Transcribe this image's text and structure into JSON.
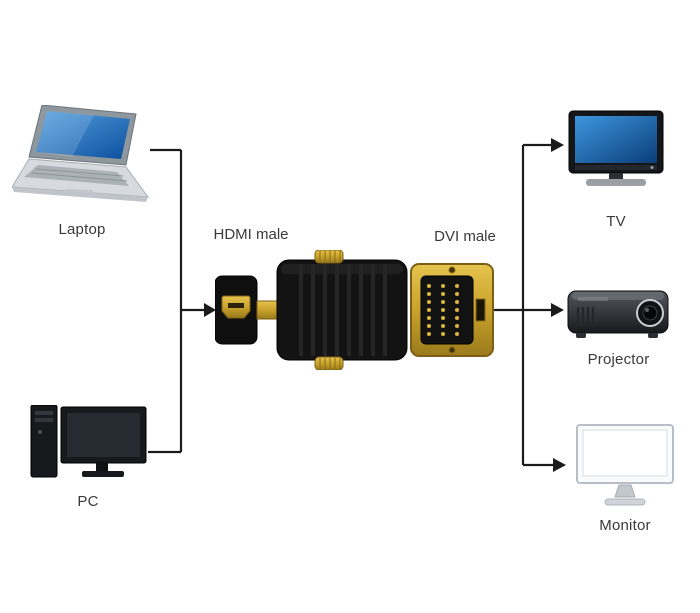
{
  "sources": [
    {
      "id": "laptop",
      "label": "Laptop"
    },
    {
      "id": "pc",
      "label": "PC"
    }
  ],
  "adapter": {
    "hdmi_label": "HDMI male",
    "dvi_label": "DVI male"
  },
  "outputs": [
    {
      "id": "tv",
      "label": "TV"
    },
    {
      "id": "projector",
      "label": "Projector"
    },
    {
      "id": "monitor",
      "label": "Monitor"
    }
  ],
  "colors": {
    "connector_gold": "#c9a22b",
    "adapter_black": "#141414",
    "screen_blue": "#1d6fc0",
    "line": "#1b1b1b",
    "text": "#3a3a3a"
  }
}
